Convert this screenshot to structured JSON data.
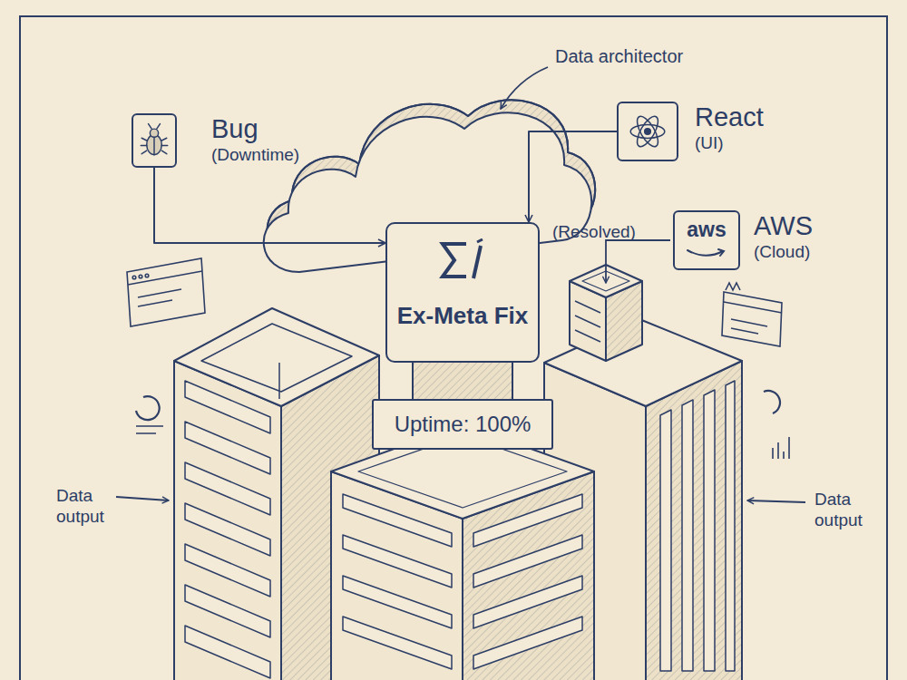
{
  "diagram": {
    "nodes": [
      {
        "text": [
          "Bug",
          "(Downtime)"
        ]
      },
      {
        "text": [
          "React",
          "(UI)"
        ]
      },
      {
        "text": [
          "aws",
          "AWS",
          "(Cloud)"
        ]
      },
      {
        "text": [
          "Ex-Meta Fix",
          "(Resolved)"
        ]
      },
      {
        "text": [
          "Uptime: 100%"
        ]
      }
    ],
    "edges": [
      {
        "from": 0,
        "to": 3,
        "arrow": "to"
      },
      {
        "from": 1,
        "to": 3,
        "arrow": "to"
      }
    ],
    "labels": [
      "Data architector",
      "Data output",
      "Data output"
    ]
  }
}
